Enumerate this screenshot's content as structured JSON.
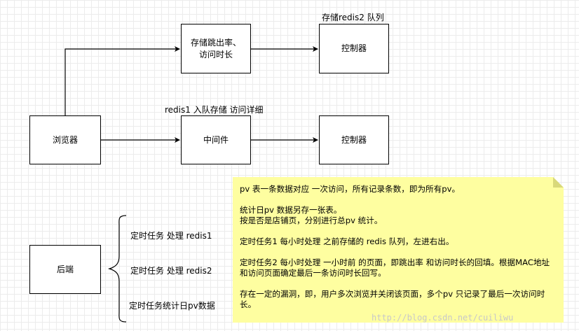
{
  "nodes": {
    "browser": "浏览器",
    "store_bounce": "存储跳出率、\n访问时长",
    "controller_top": "控制器",
    "middleware": "中间件",
    "controller_mid": "控制器",
    "backend": "后端"
  },
  "labels": {
    "redis2_queue": "存储redis2 队列",
    "redis1_queue": "redis1 入队存储 访问详细"
  },
  "tasks": [
    "定时任务  处理 redis1",
    "定时任务  处理 redis2",
    "定时任务统计日pv数据"
  ],
  "note": [
    "pv 表一条数据对应 一次访问，所有记录条数，即为所有pv。",
    "统计日pv 数据另存一张表。\n按是否是店铺页，分别进行总pv 统计。",
    "定时任务1 每小时处理 之前存储的 redis 队列，左进右出。",
    "定时任务2 每小时处理 一小时前 的页面，即跳出率 和访问时长的回填。根据MAC地址 和访问页面确定最后一条访问时长回写。",
    "存在一定的漏洞，即，用户多次浏览并关闭该页面，多个pv 只记录了最后一次访问时长。"
  ],
  "watermark": "http://blog.csdn.net/cuiliwu"
}
